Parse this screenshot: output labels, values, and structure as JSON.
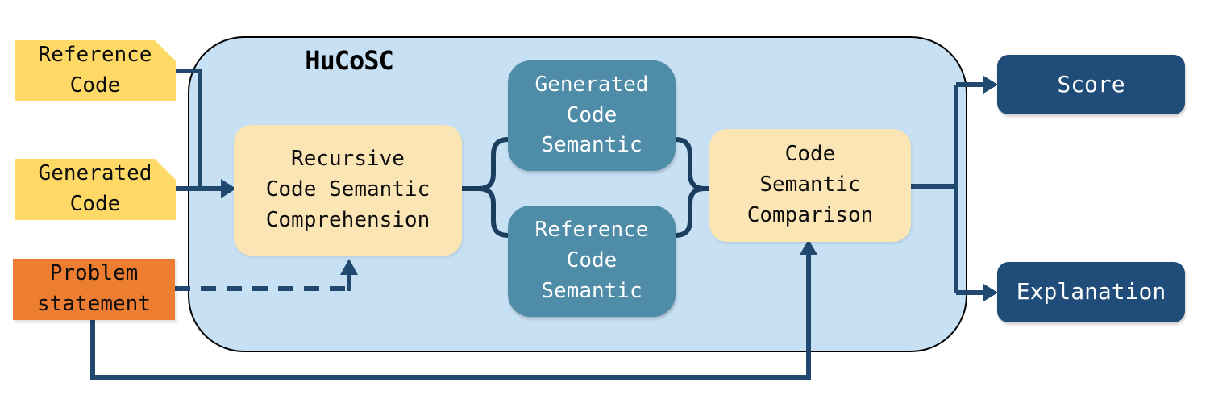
{
  "diagram": {
    "title": "HuCoSC",
    "inputs": [
      {
        "id": "reference-code",
        "label": "Reference\nCode"
      },
      {
        "id": "generated-code",
        "label": "Generated\nCode"
      },
      {
        "id": "problem-statement",
        "label": "Problem\nstatement"
      }
    ],
    "pipeline": {
      "comprehension": {
        "label": "Recursive\nCode Semantic\nComprehension"
      },
      "generated_semantic": {
        "label": "Generated\nCode\nSemantic"
      },
      "reference_semantic": {
        "label": "Reference\nCode\nSemantic"
      },
      "comparison": {
        "label": "Code\nSemantic\nComparison"
      }
    },
    "outputs": [
      {
        "id": "score",
        "label": "Score"
      },
      {
        "id": "explanation",
        "label": "Explanation"
      }
    ],
    "connectors": {
      "reference_to_comprehension": "solid-arrow",
      "generated_to_comprehension": "solid-arrow",
      "problem_to_comprehension": "dashed-arrow",
      "problem_to_comparison": "solid-arrow",
      "comprehension_to_semantics": "brace-split",
      "semantics_to_comparison": "brace-merge",
      "comparison_to_score": "solid-arrow",
      "comparison_to_explanation": "solid-arrow"
    },
    "colors": {
      "input_yellow": "#FFD966",
      "problem_orange": "#ED7D31",
      "container_blue": "#C7E0F4",
      "process_cream": "#FCE5B4",
      "semantic_teal": "#4E8CA8",
      "output_navy": "#1F4C78",
      "wire_navy": "#21496F",
      "brace_navy": "#1B3D60",
      "container_border": "#000000"
    }
  }
}
